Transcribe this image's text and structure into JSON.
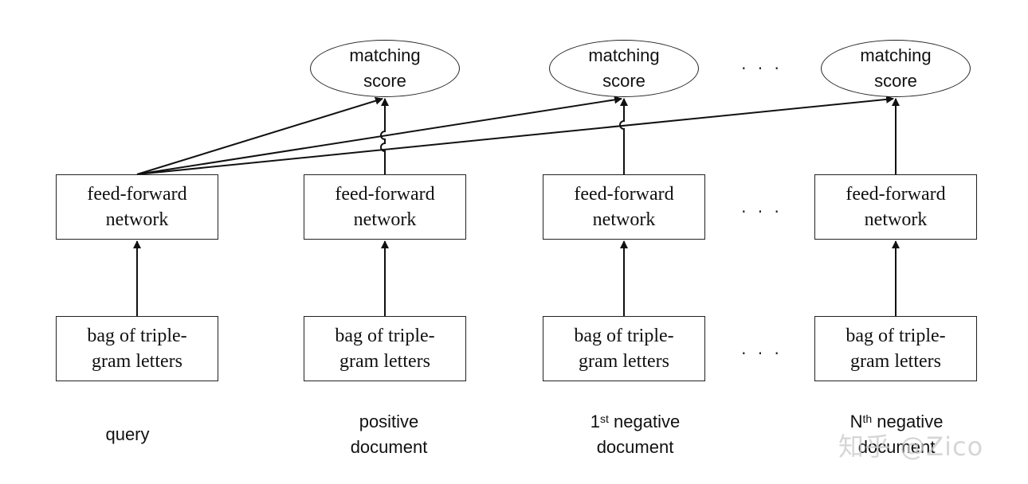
{
  "score_label": {
    "line1": "matching",
    "line2": "score"
  },
  "ffn_label": {
    "line1": "feed-forward",
    "line2": "network"
  },
  "bag_label": {
    "line1": "bag of triple-",
    "line2": "gram letters"
  },
  "ellipsis": "· · ·",
  "captions": {
    "query": "query",
    "positive": {
      "line1": "positive",
      "line2": "document"
    },
    "negative1": {
      "prefix": "1",
      "sup": "st",
      "word": " negative",
      "line2": "document"
    },
    "negativeN": {
      "prefix": "N",
      "sup": "th",
      "word": " negative",
      "line2": "document"
    }
  },
  "watermark": "知乎 @Zico"
}
